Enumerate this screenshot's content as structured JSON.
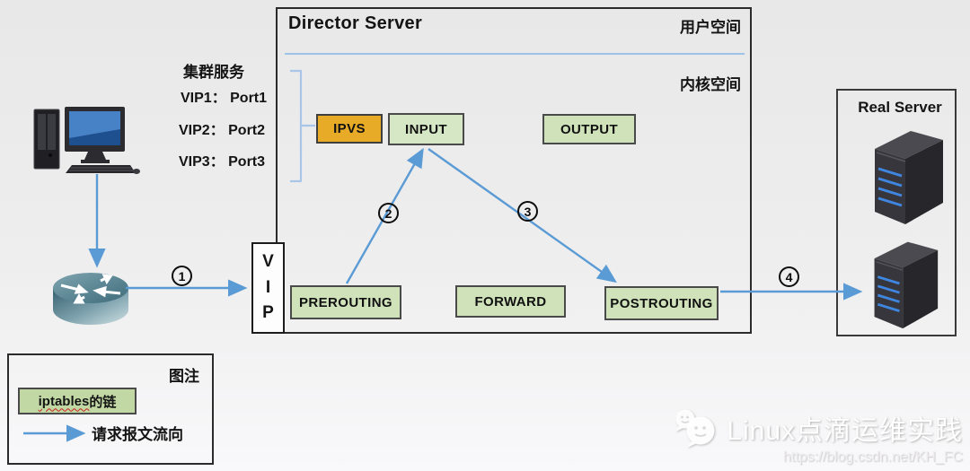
{
  "director": {
    "title": "Director Server",
    "user_space_label": "用户空间",
    "kernel_space_label": "内核空间"
  },
  "cluster_service": {
    "title": "集群服务",
    "entries": [
      {
        "label": "VIP1： Port1"
      },
      {
        "label": "VIP2： Port2"
      },
      {
        "label": "VIP3： Port3"
      }
    ]
  },
  "chain_boxes": {
    "ipvs": "IPVS",
    "input": "INPUT",
    "output": "OUTPUT",
    "prerouting": "PREROUTING",
    "forward": "FORWARD",
    "postrouting": "POSTROUTING"
  },
  "vip_box": {
    "letters": [
      "V",
      "I",
      "P"
    ]
  },
  "real_server": {
    "title": "Real Server"
  },
  "flow_markers": {
    "step1": "1",
    "step2": "2",
    "step3": "3",
    "step4": "4"
  },
  "legend": {
    "title": "图注",
    "iptables_chain_latin": "iptables",
    "iptables_chain_suffix": "的链",
    "flow_label": "请求报文流向"
  },
  "watermark": {
    "brand": "Linux点滴运维实践",
    "url": "https://blog.csdn.net/KH_FC"
  },
  "colors": {
    "arrow_blue": "#5b9bd5",
    "bracket_blue": "#a9c6e8",
    "divider_blue": "#9dc3e6",
    "ipvs_orange": "#e8ab28",
    "chain_green": "#cfe2ba",
    "legend_green": "#c1d8a4",
    "server_stripe_blue": "#3f86e0"
  }
}
